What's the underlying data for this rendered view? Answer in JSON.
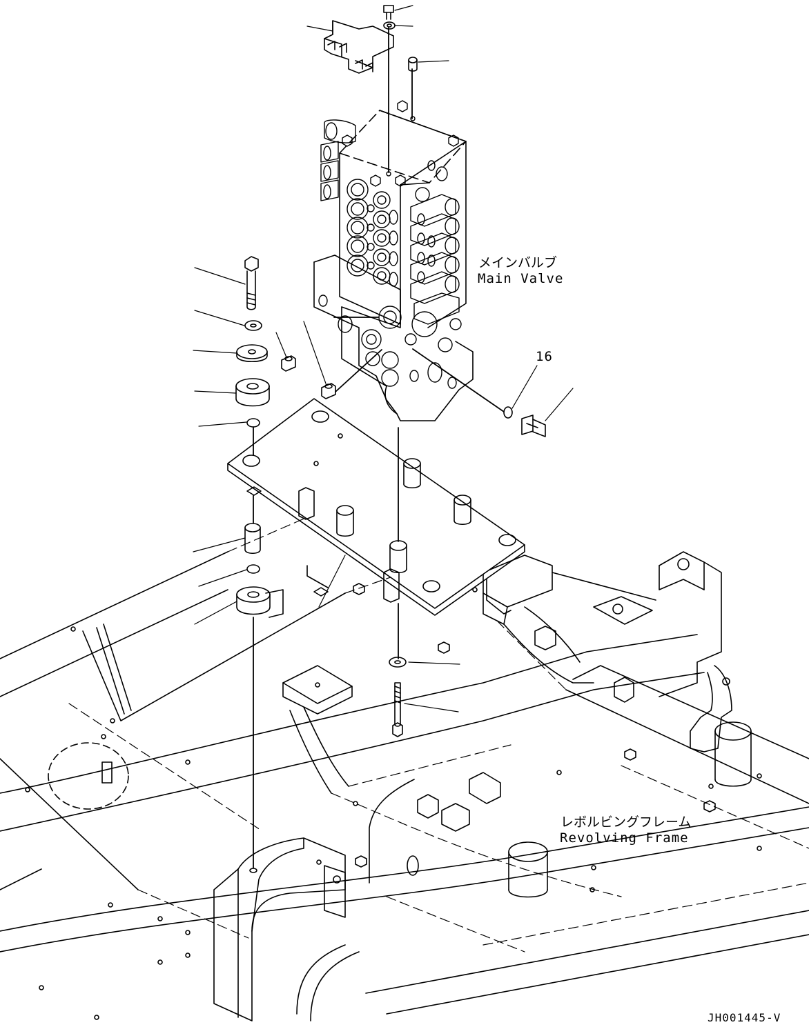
{
  "labels": {
    "main_valve_jp": "メインバルブ",
    "main_valve_en": "Main Valve",
    "revolving_frame_jp": "レボルビングフレーム",
    "revolving_frame_en": "Revolving Frame",
    "part_16": "16",
    "drawing_code": "JH001445-V"
  }
}
